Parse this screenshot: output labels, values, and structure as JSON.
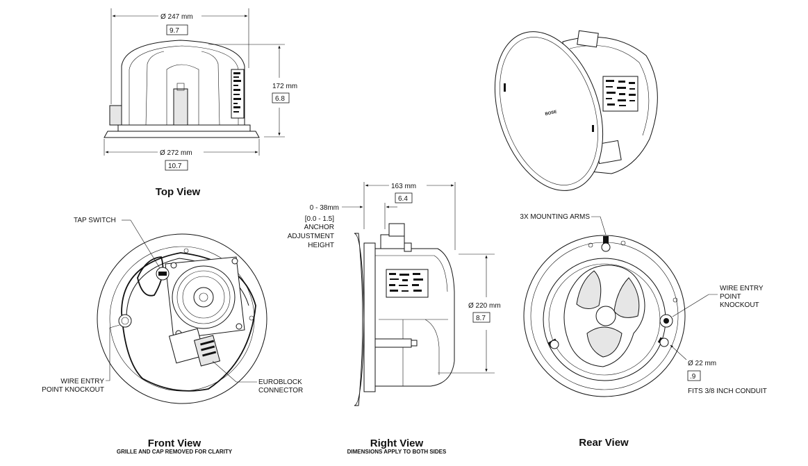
{
  "top_view": {
    "title": "Top View",
    "dim_top_diameter": "Ø 247 mm",
    "dim_top_inch": "9.7",
    "dim_height": "172 mm",
    "dim_height_inch": "6.8",
    "dim_bottom_diameter": "Ø 272 mm",
    "dim_bottom_inch": "10.7"
  },
  "right_view": {
    "title": "Right View",
    "subtitle": "DIMENSIONS APPLY TO BOTH SIDES",
    "dim_depth": "163 mm",
    "dim_depth_inch": "6.4",
    "anchor_range": "0 - 38mm",
    "anchor_range_inch": "[0.0 - 1.5]",
    "anchor_line1": "ANCHOR",
    "anchor_line2": "ADJUSTMENT",
    "anchor_line3": "HEIGHT",
    "dim_diameter": "Ø 220 mm",
    "dim_diameter_inch": "8.7"
  },
  "front_view": {
    "title": "Front View",
    "subtitle": "GRILLE AND CAP REMOVED FOR CLARITY",
    "tap_switch": "TAP SWITCH",
    "wire_entry_line1": "WIRE ENTRY",
    "wire_entry_line2": "POINT KNOCKOUT",
    "euroblock_line1": "EUROBLOCK",
    "euroblock_line2": "CONNECTOR"
  },
  "rear_view": {
    "title": "Rear View",
    "mounting_arms": "3X MOUNTING ARMS",
    "wire_entry_line1": "WIRE ENTRY",
    "wire_entry_line2": "POINT",
    "wire_entry_line3": "KNOCKOUT",
    "dim_conduit": "Ø 22 mm",
    "dim_conduit_inch": ".9",
    "conduit_note": "FITS 3/8 INCH CONDUIT"
  },
  "iso_view": {
    "logo": "BOSE"
  }
}
